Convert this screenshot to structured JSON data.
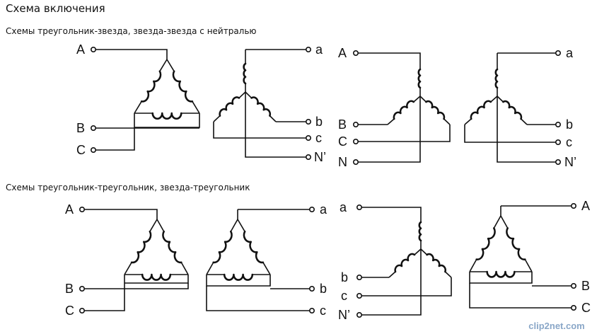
{
  "header": {
    "title": "Схема включения",
    "subtitle_1": "Схемы треугольник-звезда, звезда-звезда с нейтралью",
    "subtitle_2": "Схемы треугольник-треугольник, звезда-треугольник"
  },
  "diagrams": {
    "d1": {
      "A": "A",
      "B": "B",
      "C": "C"
    },
    "d2": {
      "a": "a",
      "b": "b",
      "c": "c",
      "n": "N’"
    },
    "d3": {
      "A": "A",
      "B": "B",
      "C": "C",
      "N": "N"
    },
    "d4": {
      "a": "a",
      "b": "b",
      "c": "c",
      "n": "N’"
    },
    "d5": {
      "A": "A",
      "B": "B",
      "C": "C"
    },
    "d6": {
      "a": "a",
      "b": "b",
      "c": "c"
    },
    "d7": {
      "a": "a",
      "b": "b",
      "c": "c",
      "n": "N’"
    },
    "d8": {
      "A": "A",
      "B": "B",
      "C": "C"
    }
  },
  "watermark": "clip2net.com"
}
